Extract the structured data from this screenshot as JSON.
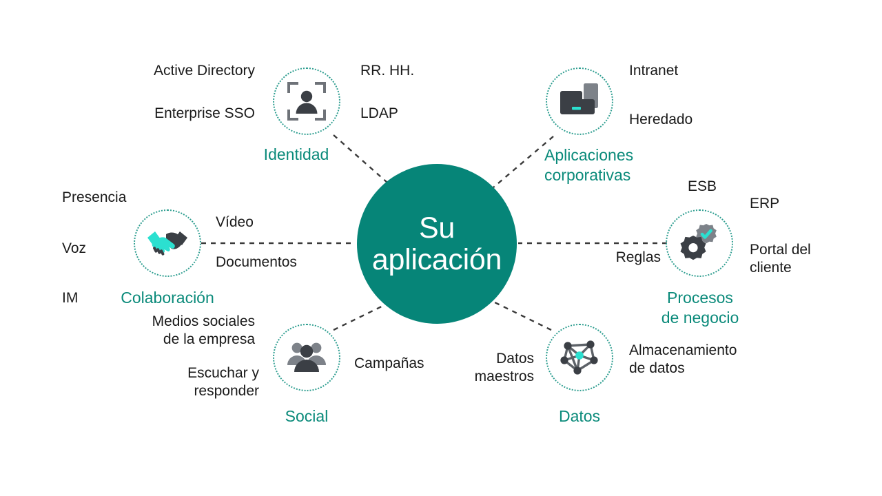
{
  "diagram": {
    "title": "Su aplicación - ecosistema de integración",
    "hub": {
      "label": "Su\naplicación"
    },
    "colors": {
      "hub_teal": "#068578",
      "label_teal": "#0a8a7a",
      "ring_teal": "#2e9e90",
      "accent_cyan": "#2be0d0",
      "icon_dark": "#3b3f45",
      "icon_gray": "#7d8289",
      "connector_gray": "#3a3a3a",
      "text_dark": "#1a1a1a",
      "background": "#ffffff"
    },
    "nodes": [
      {
        "id": "identidad",
        "icon": "person-focus-icon",
        "label": "Identidad",
        "items": [
          "Active Directory",
          "Enterprise SSO",
          "RR. HH.",
          "LDAP"
        ]
      },
      {
        "id": "aplicaciones-corporativas",
        "icon": "devices-icon",
        "label": "Aplicaciones\ncorporativas",
        "items": [
          "Intranet",
          "Heredado"
        ]
      },
      {
        "id": "colaboracion",
        "icon": "handshake-icon",
        "label": "Colaboración",
        "items": [
          "Presencia",
          "Voz",
          "IM",
          "Vídeo",
          "Documentos"
        ]
      },
      {
        "id": "procesos-de-negocio",
        "icon": "gears-check-icon",
        "label": "Procesos\nde negocio",
        "items": [
          "ESB",
          "ERP",
          "Portal del\ncliente",
          "Reglas"
        ]
      },
      {
        "id": "social",
        "icon": "people-group-icon",
        "label": "Social",
        "items": [
          "Medios sociales\nde la empresa",
          "Escuchar y\nresponder",
          "Campañas"
        ]
      },
      {
        "id": "datos",
        "icon": "network-graph-icon",
        "label": "Datos",
        "items": [
          "Datos\nmaestros",
          "Almacenamiento\nde datos"
        ]
      }
    ],
    "satellites": {
      "active_directory": "Active Directory",
      "enterprise_sso": "Enterprise SSO",
      "rr_hh": "RR. HH.",
      "ldap": "LDAP",
      "intranet": "Intranet",
      "heredado": "Heredado",
      "presencia": "Presencia",
      "voz": "Voz",
      "im": "IM",
      "video": "Vídeo",
      "documentos": "Documentos",
      "esb": "ESB",
      "erp": "ERP",
      "portal_del_cliente": "Portal del\ncliente",
      "reglas": "Reglas",
      "medios_sociales": "Medios sociales\nde la empresa",
      "escuchar_responder": "Escuchar y\nresponder",
      "campanas": "Campañas",
      "datos_maestros": "Datos\nmaestros",
      "almacenamiento_datos": "Almacenamiento\nde datos"
    },
    "labels": {
      "identidad": "Identidad",
      "aplicaciones_corporativas": "Aplicaciones\ncorporativas",
      "colaboracion": "Colaboración",
      "procesos_de_negocio": "Procesos\nde negocio",
      "social": "Social",
      "datos": "Datos"
    }
  }
}
